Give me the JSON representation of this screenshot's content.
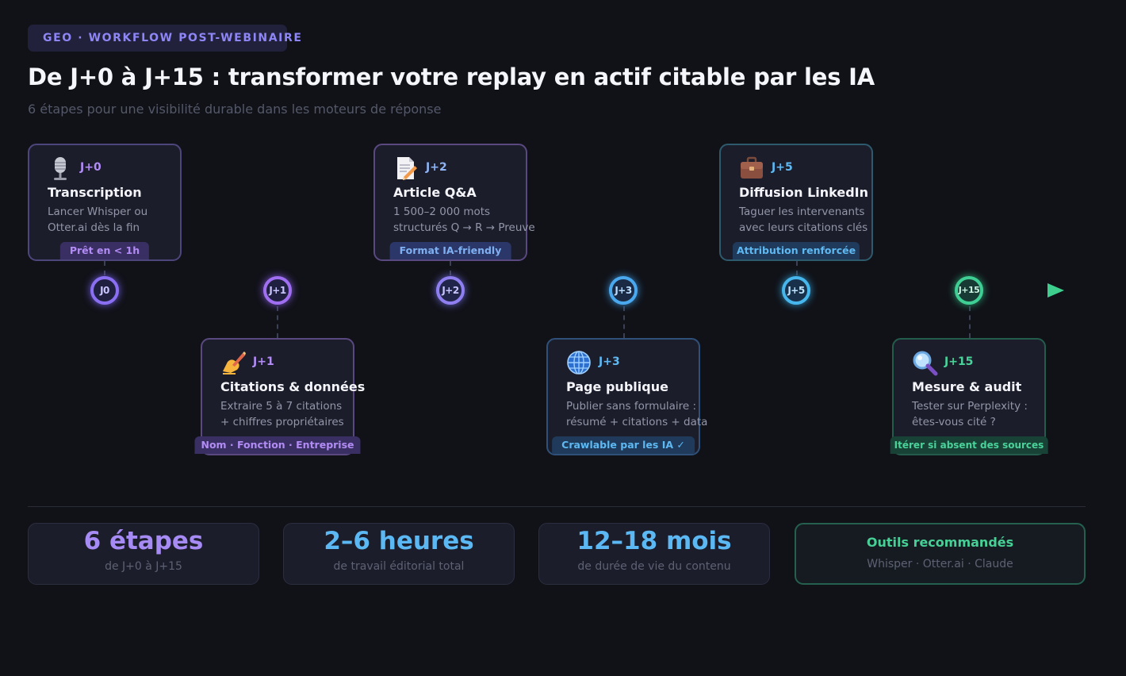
{
  "header": {
    "eyebrow": "GEO · WORKFLOW POST-WEBINAIRE",
    "title": "De J+0 à J+15 : transformer votre replay en actif citable par les IA",
    "subtitle": "6 étapes pour une visibilité durable dans les moteurs de réponse"
  },
  "steps": [
    {
      "tag": "J+0",
      "node": "J0",
      "title": "Transcription",
      "desc1": "Lancer Whisper ou",
      "desc2": "Otter.ai dès la fin",
      "pill": "Prêt en < 1h",
      "icon": "microphone-icon"
    },
    {
      "tag": "J+1",
      "node": "J+1",
      "title": "Citations & données",
      "desc1": "Extraire 5 à 7 citations",
      "desc2": "+ chiffres propriétaires",
      "pill": "Nom · Fonction · Entreprise",
      "icon": "writing-hand-icon"
    },
    {
      "tag": "J+2",
      "node": "J+2",
      "title": "Article Q&A",
      "desc1": "1 500–2 000 mots",
      "desc2": "structurés Q → R → Preuve",
      "pill": "Format IA-friendly",
      "icon": "document-icon"
    },
    {
      "tag": "J+3",
      "node": "J+3",
      "title": "Page publique",
      "desc1": "Publier sans formulaire :",
      "desc2": "résumé + citations + data",
      "pill": "Crawlable par les IA ✓",
      "icon": "globe-icon"
    },
    {
      "tag": "J+5",
      "node": "J+5",
      "title": "Diffusion LinkedIn",
      "desc1": "Taguer les intervenants",
      "desc2": "avec leurs citations clés",
      "pill": "Attribution renforcée",
      "icon": "briefcase-icon"
    },
    {
      "tag": "J+15",
      "node": "J+15",
      "title": "Mesure & audit",
      "desc1": "Tester sur Perplexity :",
      "desc2": "êtes-vous cité ?",
      "pill": "Itérer si absent des sources",
      "icon": "magnifier-icon"
    }
  ],
  "stats": [
    {
      "value": "6 étapes",
      "label": "de J+0 à J+15"
    },
    {
      "value": "2–6 heures",
      "label": "de travail éditorial total"
    },
    {
      "value": "12–18 mois",
      "label": "de durée de vie du contenu"
    }
  ],
  "tools": {
    "title": "Outils recommandés",
    "list": "Whisper · Otter.ai · Claude"
  },
  "colors": {
    "purple": "#b28cf5",
    "blue": "#5eb9f3",
    "green": "#49d39a",
    "background": "#111218"
  }
}
